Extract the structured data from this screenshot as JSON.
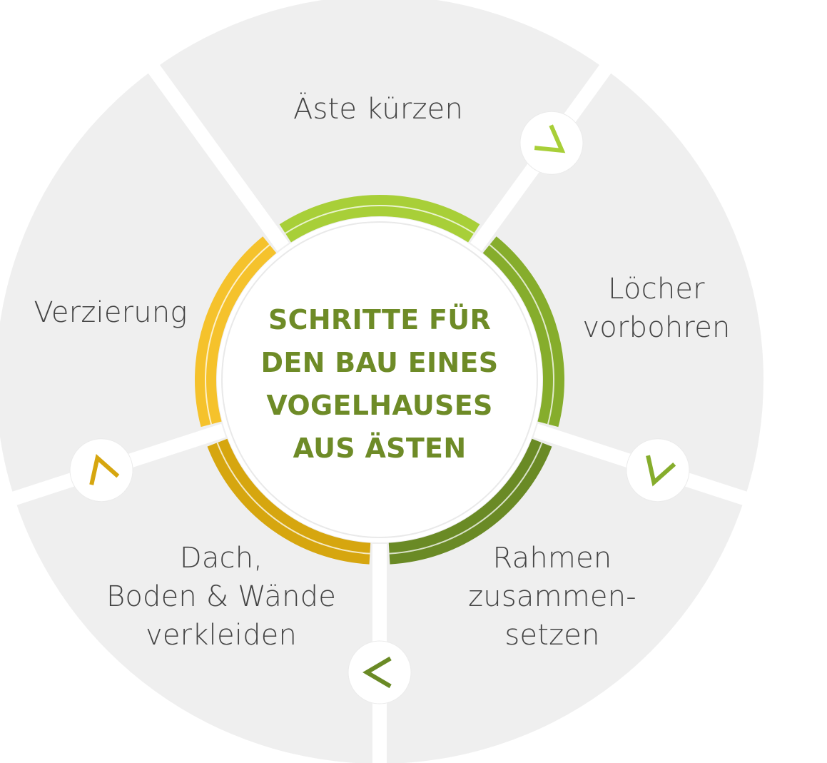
{
  "center": {
    "title_lines": [
      "SCHRITTE FÜR",
      "DEN BAU EINES",
      "VOGELHAUSES",
      "AUS ÄSTEN"
    ],
    "text_color": "#6e8b27"
  },
  "steps": [
    {
      "lines": [
        "Äste kürzen"
      ],
      "ring_color": "#a8cf38"
    },
    {
      "lines": [
        "Löcher",
        "vorbohren"
      ],
      "ring_color": "#86ad2c"
    },
    {
      "lines": [
        "Rahmen",
        "zusammen-",
        "setzen"
      ],
      "ring_color": "#6a8a25"
    },
    {
      "lines": [
        "Dach,",
        "Boden & Wände",
        "verkleiden"
      ],
      "ring_color": "#d6a60f"
    },
    {
      "lines": [
        "Verzierung"
      ],
      "ring_color": "#f5c22c"
    }
  ],
  "arrows": [
    {
      "icon": "chevron-icon",
      "color": "#a8cf38"
    },
    {
      "icon": "chevron-icon",
      "color": "#86ad2c"
    },
    {
      "icon": "chevron-icon",
      "color": "#6a8a25"
    },
    {
      "icon": "chevron-icon",
      "color": "#d6a60f"
    }
  ],
  "colors": {
    "segment_fill": "#efefef",
    "label_text": "#444444",
    "divider": "#ffffff"
  }
}
